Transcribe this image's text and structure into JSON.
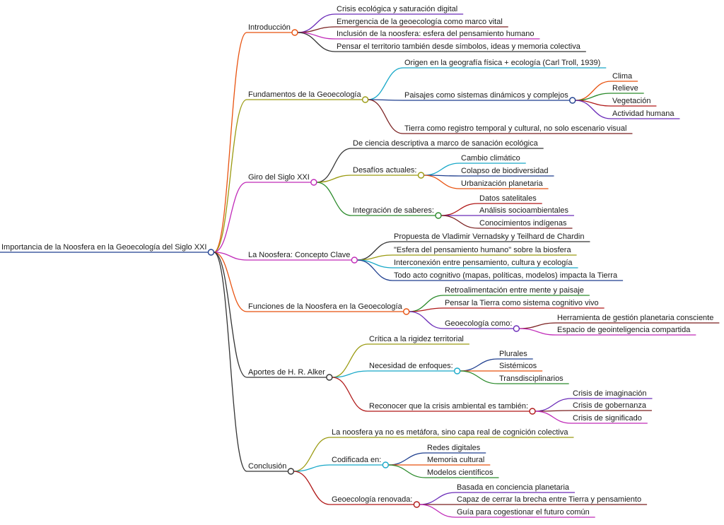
{
  "root": {
    "label": "Importancia de la Noosfera en la Geoecología del Siglo XXI",
    "color": "#1f3f8f"
  },
  "branches": [
    {
      "label": "Introducción",
      "color": "#e8520f",
      "children": [
        {
          "label": "Crisis ecológica y saturación digital",
          "color": "#6a2bb8"
        },
        {
          "label": "Emergencia de la geoecología como marco vital",
          "color": "#7a1f1f"
        },
        {
          "label": "Inclusión de la noosfera: esfera del pensamiento humano",
          "color": "#c02ab8"
        },
        {
          "label": "Pensar el territorio también desde símbolos, ideas y memoria colectiva",
          "color": "#333333"
        }
      ]
    },
    {
      "label": "Fundamentos de la Geoecología",
      "color": "#9a9a10",
      "children": [
        {
          "label": "Origen en la geografía física + ecología (Carl Troll, 1939)",
          "color": "#18a8c8"
        },
        {
          "label": "Paisajes como sistemas dinámicos y complejos",
          "color": "#1f3f8f",
          "children": [
            {
              "label": "Clima",
              "color": "#e8520f"
            },
            {
              "label": "Relieve",
              "color": "#2a8a2a"
            },
            {
              "label": "Vegetación",
              "color": "#b01818"
            },
            {
              "label": "Actividad humana",
              "color": "#6a2bb8"
            }
          ]
        },
        {
          "label": "Tierra como registro temporal y cultural, no solo escenario visual",
          "color": "#7a1f1f"
        }
      ]
    },
    {
      "label": "Giro del Siglo XXI",
      "color": "#c02ab8",
      "children": [
        {
          "label": "De ciencia descriptiva a marco de sanación ecológica",
          "color": "#333333"
        },
        {
          "label": "Desafíos actuales:",
          "color": "#9a9a10",
          "children": [
            {
              "label": "Cambio climático",
              "color": "#18a8c8"
            },
            {
              "label": "Colapso de biodiversidad",
              "color": "#1f3f8f"
            },
            {
              "label": "Urbanización planetaria",
              "color": "#e8520f"
            }
          ]
        },
        {
          "label": "Integración de saberes:",
          "color": "#2a8a2a",
          "children": [
            {
              "label": "Datos satelitales",
              "color": "#b01818"
            },
            {
              "label": "Análisis socioambientales",
              "color": "#6a2bb8"
            },
            {
              "label": "Conocimientos indígenas",
              "color": "#7a1f1f"
            }
          ]
        }
      ]
    },
    {
      "label": "La Noosfera: Concepto Clave",
      "color": "#c02ab8",
      "children": [
        {
          "label": "Propuesta de Vladimir Vernadsky y Teilhard de Chardin",
          "color": "#333333"
        },
        {
          "label": "\"Esfera del pensamiento humano\" sobre la biosfera",
          "color": "#9a9a10"
        },
        {
          "label": "Interconexión entre pensamiento, cultura y ecología",
          "color": "#18a8c8"
        },
        {
          "label": "Todo acto cognitivo (mapas, políticas, modelos) impacta la Tierra",
          "color": "#1f3f8f"
        }
      ]
    },
    {
      "label": "Funciones de la Noosfera en la Geoecología",
      "color": "#e8520f",
      "children": [
        {
          "label": "Retroalimentación entre mente y paisaje",
          "color": "#2a8a2a"
        },
        {
          "label": "Pensar la Tierra como sistema cognitivo vivo",
          "color": "#b01818"
        },
        {
          "label": "Geoecología como:",
          "color": "#6a2bb8",
          "children": [
            {
              "label": "Herramienta de gestión planetaria consciente",
              "color": "#7a1f1f"
            },
            {
              "label": "Espacio de geointeligencia compartida",
              "color": "#c02ab8"
            }
          ]
        }
      ]
    },
    {
      "label": "Aportes de H. R. Alker",
      "color": "#333333",
      "children": [
        {
          "label": "Crítica a la rigidez territorial",
          "color": "#9a9a10"
        },
        {
          "label": "Necesidad de enfoques:",
          "color": "#18a8c8",
          "children": [
            {
              "label": "Plurales",
              "color": "#1f3f8f"
            },
            {
              "label": "Sistémicos",
              "color": "#e8520f"
            },
            {
              "label": "Transdisciplinarios",
              "color": "#2a8a2a"
            }
          ]
        },
        {
          "label": "Reconocer que la crisis ambiental es también:",
          "color": "#b01818",
          "children": [
            {
              "label": "Crisis de imaginación",
              "color": "#6a2bb8"
            },
            {
              "label": "Crisis de gobernanza",
              "color": "#7a1f1f"
            },
            {
              "label": "Crisis de significado",
              "color": "#c02ab8"
            }
          ]
        }
      ]
    },
    {
      "label": "Conclusión",
      "color": "#333333",
      "children": [
        {
          "label": "La noosfera ya no es metáfora, sino capa real de cognición colectiva",
          "color": "#9a9a10"
        },
        {
          "label": "Codificada en:",
          "color": "#18a8c8",
          "children": [
            {
              "label": "Redes digitales",
              "color": "#1f3f8f"
            },
            {
              "label": "Memoria cultural",
              "color": "#e8520f"
            },
            {
              "label": "Modelos científicos",
              "color": "#2a8a2a"
            }
          ]
        },
        {
          "label": "Geoecología renovada:",
          "color": "#b01818",
          "children": [
            {
              "label": "Basada en conciencia planetaria",
              "color": "#6a2bb8"
            },
            {
              "label": "Capaz de cerrar la brecha entre Tierra y pensamiento",
              "color": "#7a1f1f"
            },
            {
              "label": "Guía para cogestionar el futuro común",
              "color": "#c02ab8"
            }
          ]
        }
      ]
    }
  ]
}
